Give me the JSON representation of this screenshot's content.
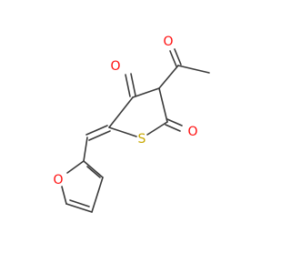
{
  "diagram": {
    "type": "chemical-structure",
    "atoms": {
      "oxygen_acetyl": "O",
      "oxygen_ketone": "O",
      "oxygen_thioester": "O",
      "sulfur_ring": "S",
      "oxygen_furan": "O"
    },
    "colors": {
      "bond": "#3a3a3a",
      "oxygen": "#ff0d0d",
      "sulfur": "#c8a800",
      "background": "#ffffff"
    }
  }
}
